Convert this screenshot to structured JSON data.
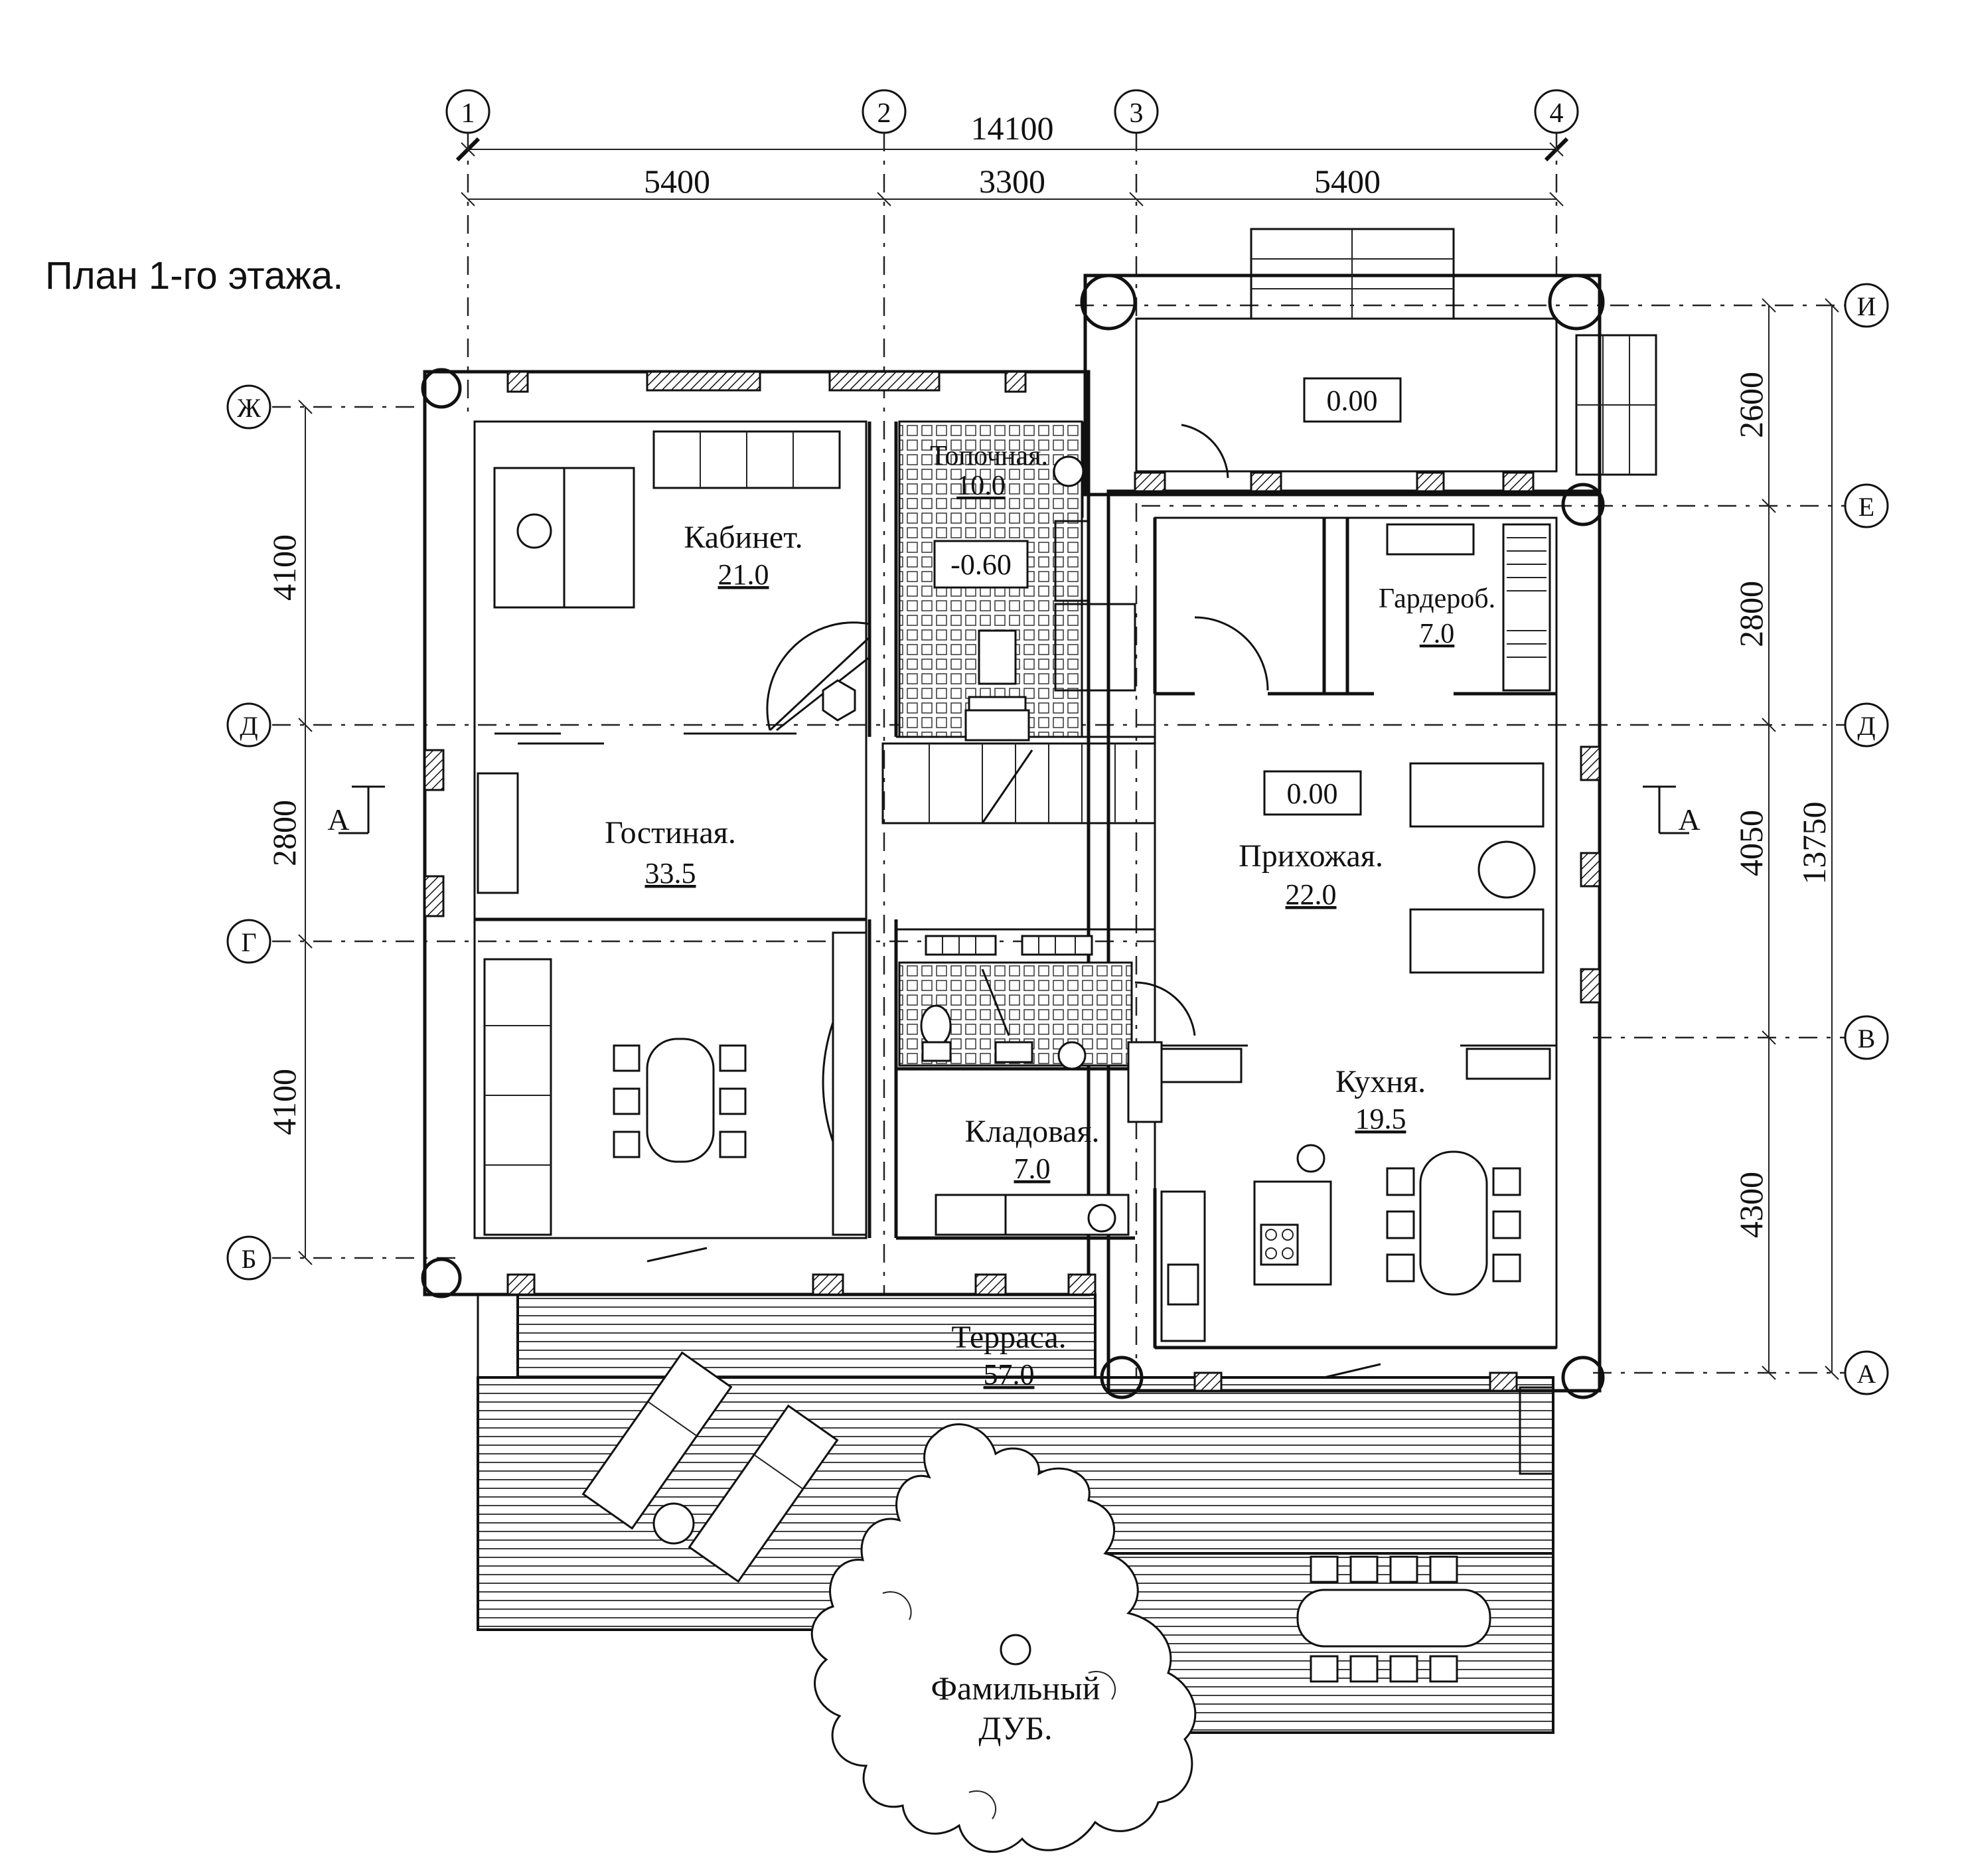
{
  "title": "План 1-го этажа.",
  "axes": {
    "columns": [
      "1",
      "2",
      "3",
      "4"
    ],
    "rows": [
      "И",
      "Е",
      "Д",
      "В",
      "А",
      "Ж",
      "Д",
      "Г",
      "Б"
    ]
  },
  "dimensions": {
    "top_total": "14100",
    "top_parts": [
      "5400",
      "3300",
      "5400"
    ],
    "left_parts": [
      "4100",
      "2800",
      "4100"
    ],
    "right_parts": [
      "2600",
      "2800",
      "4050",
      "4300"
    ],
    "right_total": "13750"
  },
  "section_marks": [
    "А",
    "А"
  ],
  "rooms": {
    "kabinet": {
      "name": "Кабинет.",
      "area": "21.0"
    },
    "topochnaya": {
      "name": "Топочная.",
      "area": "10.0"
    },
    "garderob": {
      "name": "Гардероб.",
      "area": "7.0"
    },
    "gostinaya": {
      "name": "Гостиная.",
      "area": "33.5"
    },
    "prihozhaya": {
      "name": "Прихожая.",
      "area": "22.0"
    },
    "kladovaya": {
      "name": "Кладовая.",
      "area": "7.0"
    },
    "kuhnya": {
      "name": "Кухня.",
      "area": "19.5"
    },
    "terrasa": {
      "name": "Терраса.",
      "area": "57.0"
    }
  },
  "levels": {
    "porch": "0.00",
    "boiler": "-0.60",
    "hall": "0.00"
  },
  "tree": {
    "line1": "Фамильный",
    "line2": "ДУБ."
  },
  "icons": [
    "axis-bubble-icon",
    "section-arrow-icon",
    "fireplace-icon",
    "door-swing-icon",
    "toilet-icon",
    "sink-icon",
    "stove-icon",
    "tree-icon"
  ]
}
